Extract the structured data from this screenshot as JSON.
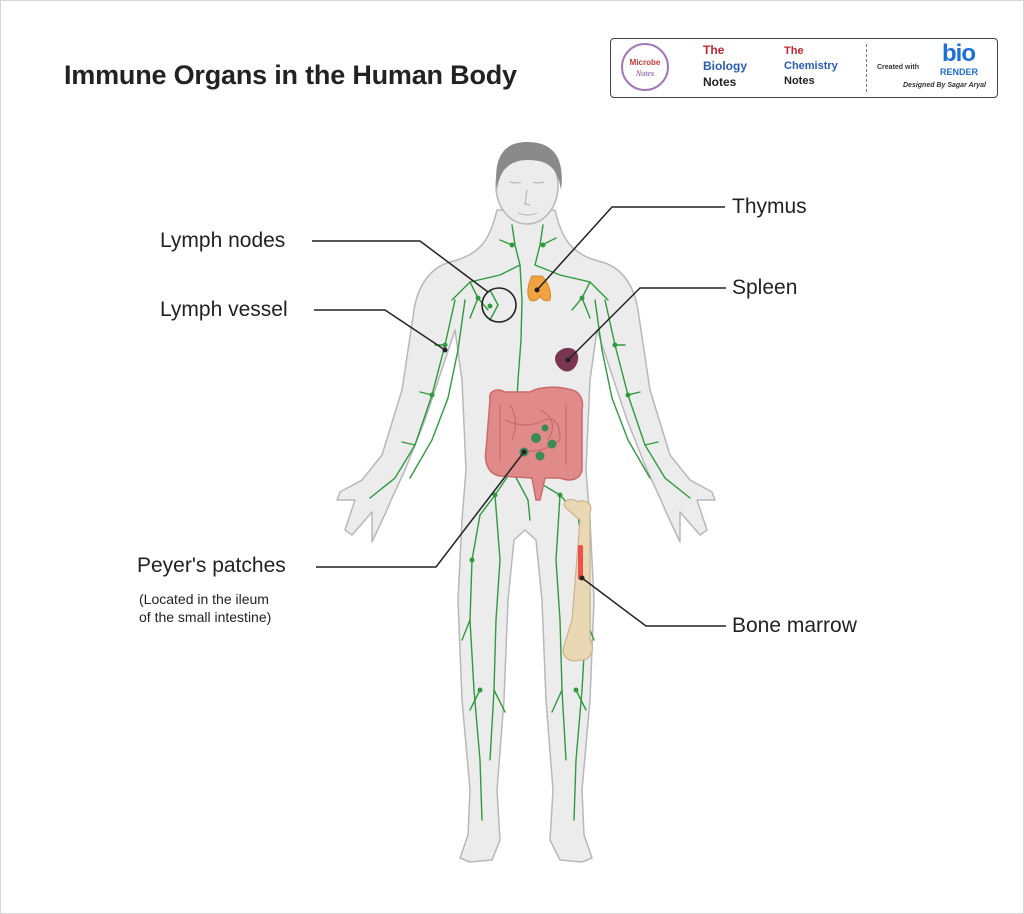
{
  "title": "Immune Organs in the Human Body",
  "logos": {
    "microbe_line1": "Microbe",
    "microbe_line2": "Notes",
    "biology": [
      "The",
      "Biology",
      "Notes"
    ],
    "chemistry": [
      "The",
      "Chemistry",
      "Notes"
    ],
    "created_with": "Created with",
    "bio": "bio",
    "render": "RENDER",
    "designed_by": "Designed By Sagar Aryal"
  },
  "labels": {
    "lymph_nodes": "Lymph nodes",
    "lymph_vessel": "Lymph vessel",
    "thymus": "Thymus",
    "spleen": "Spleen",
    "peyers_patches": "Peyer's patches",
    "peyers_note_line1": "(Located in the ileum",
    "peyers_note_line2": "of the small intestine)",
    "bone_marrow": "Bone marrow"
  },
  "colors": {
    "body_fill": "#ececec",
    "body_stroke": "#b8b8b8",
    "hair": "#8a8a8a",
    "lymph": "#2f9a3f",
    "thymus": "#f0a340",
    "spleen": "#7a3552",
    "intestine": "#e08a8a",
    "intestine_dark": "#c86a6a",
    "patch": "#3b8a5a",
    "bone": "#ead7b4",
    "marrow": "#f0504a",
    "leader": "#222222"
  }
}
